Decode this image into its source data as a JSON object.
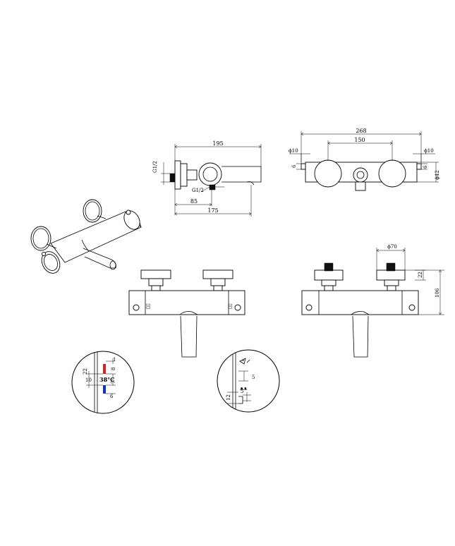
{
  "side_view": {
    "dim_width_total": "195",
    "dim_thread_vertical": "G1/2",
    "dim_thread_horizontal": "G1/2",
    "dim_inlet_offset": "85",
    "dim_length": "175"
  },
  "top_view": {
    "dim_overall": "268",
    "dim_centers": "150",
    "dim_left_dia": "ϕ10",
    "dim_right_dia": "ϕ10",
    "dim_left_small": "6",
    "dim_right_small": "6",
    "dim_body_dia": "ϕ42"
  },
  "front_view_right": {
    "dim_handle_dia": "ϕ70",
    "dim_height": "106",
    "dim_handle_small": "22"
  },
  "detail_temperature": {
    "temperature_label": "38°C",
    "dim_1": "1",
    "dim_8": "8",
    "dim_7": "7",
    "dim_6": "6",
    "dim_10": "10",
    "dim_22": "22",
    "hot_color": "#e02020",
    "cold_color": "#1030d0"
  },
  "detail_flow": {
    "dim_5_top": "5",
    "dim_5_bottom": "5",
    "dim_12": "12"
  }
}
